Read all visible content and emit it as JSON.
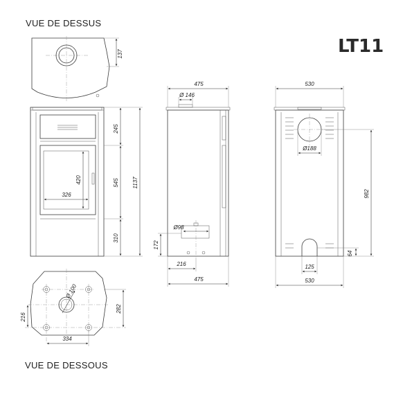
{
  "labels": {
    "top_view": "VUE DE DESSUS",
    "bottom_view": "VUE DE DESSOUS",
    "model": "LT11"
  },
  "dimensions": {
    "top_137": "137",
    "front_245": "245",
    "front_545": "545",
    "front_310": "310",
    "front_1137": "1137",
    "front_420": "420",
    "front_326": "326",
    "side_475_top": "475",
    "side_146": "Ø 146",
    "side_98": "Ø98",
    "side_172": "172",
    "side_216": "216",
    "side_475_bottom": "475",
    "back_530_top": "530",
    "back_188": "Ø188",
    "back_982": "982",
    "back_64": "64",
    "back_125": "125",
    "back_530_bottom": "530",
    "bottom_100": "Ø 100",
    "bottom_282": "282",
    "bottom_216": "216",
    "bottom_334": "334"
  }
}
